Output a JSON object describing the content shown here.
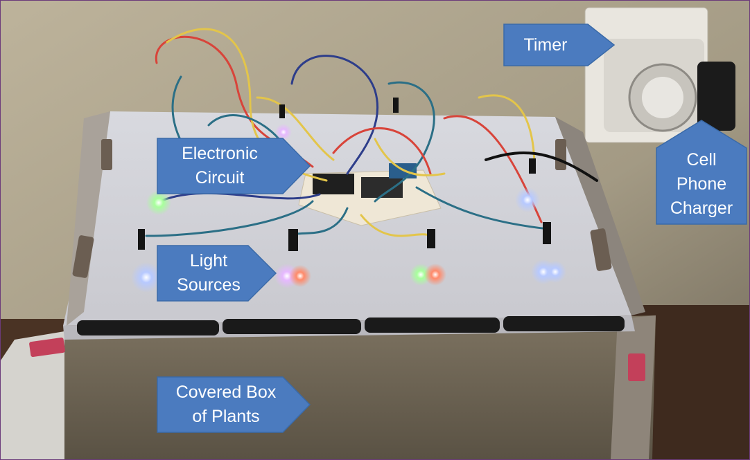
{
  "image": {
    "kind": "annotated photo",
    "subject": "LED light box setup"
  },
  "callouts": {
    "timer": {
      "lines": [
        "Timer"
      ]
    },
    "charger": {
      "lines": [
        "Cell",
        "Phone",
        "Charger"
      ]
    },
    "circuit": {
      "lines": [
        "Electronic",
        "Circuit"
      ]
    },
    "light": {
      "lines": [
        "Light",
        "Sources"
      ]
    },
    "box": {
      "lines": [
        "Covered Box",
        "of Plants"
      ]
    }
  },
  "colors": {
    "callout_fill": "#4b7bbf",
    "callout_stroke": "#3a6aa8",
    "callout_text": "#ffffff",
    "frame_border": "#6b3a7a"
  }
}
